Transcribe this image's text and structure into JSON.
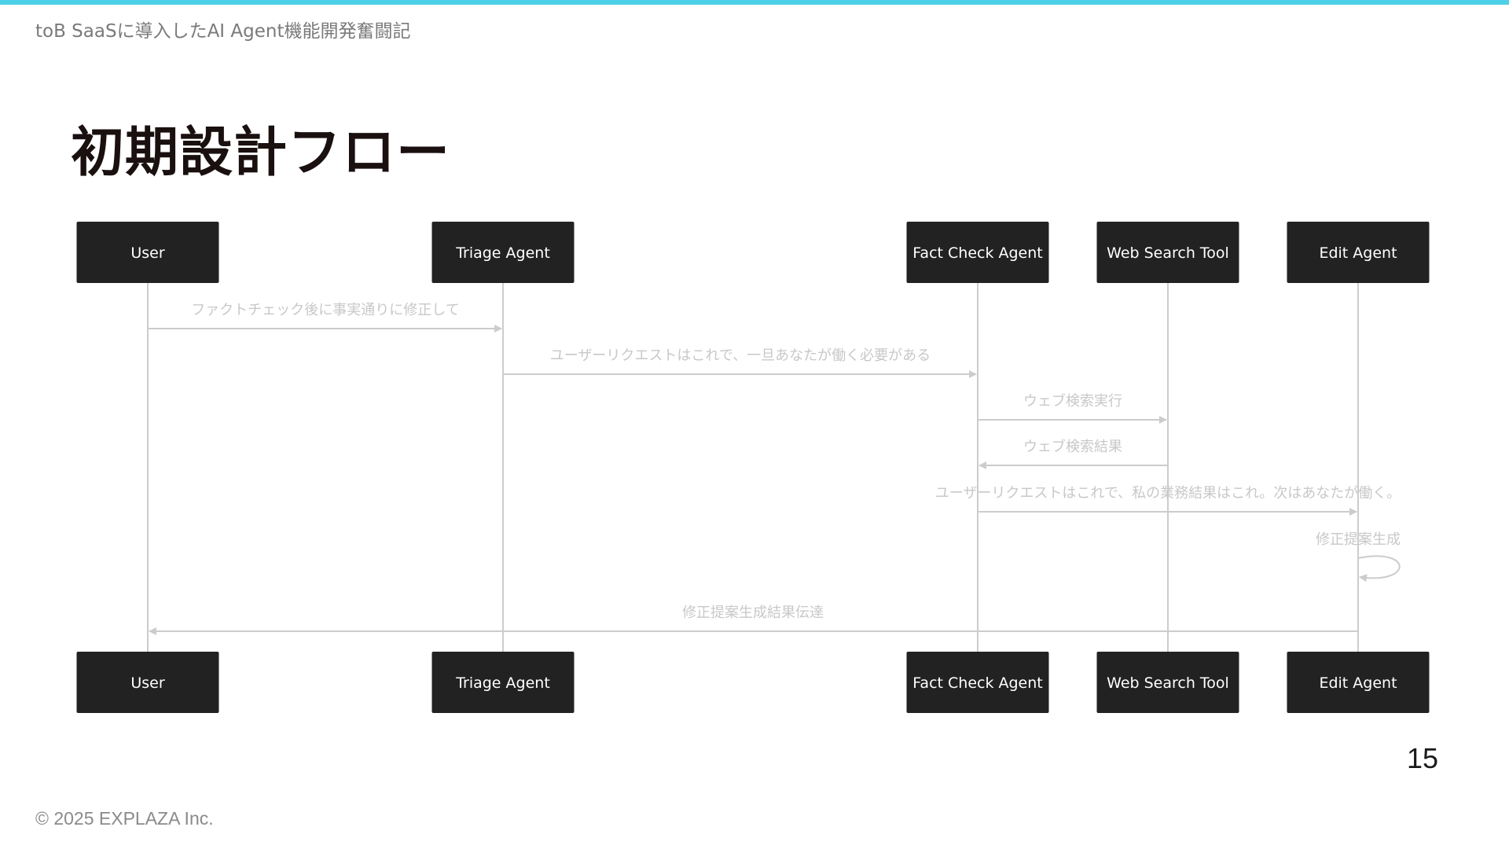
{
  "header": {
    "subtitle": "toB SaaSに導入したAI Agent機能開発奮闘記"
  },
  "slide": {
    "title": "初期設計フロー",
    "page_number": "15"
  },
  "footer": {
    "copyright": "© 2025 EXPLAZA Inc."
  },
  "diagram": {
    "type": "sequence",
    "participants": [
      {
        "id": "user",
        "label": "User"
      },
      {
        "id": "triage",
        "label": "Triage Agent"
      },
      {
        "id": "factcheck",
        "label": "Fact Check Agent"
      },
      {
        "id": "websearch",
        "label": "Web Search Tool"
      },
      {
        "id": "edit",
        "label": "Edit Agent"
      }
    ],
    "messages": [
      {
        "from": "user",
        "to": "triage",
        "label": "ファクトチェック後に事実通りに修正して"
      },
      {
        "from": "triage",
        "to": "factcheck",
        "label": "ユーザーリクエストはこれで、一旦あなたが働く必要がある"
      },
      {
        "from": "factcheck",
        "to": "websearch",
        "label": "ウェブ検索実行"
      },
      {
        "from": "websearch",
        "to": "factcheck",
        "label": "ウェブ検索結果"
      },
      {
        "from": "factcheck",
        "to": "edit",
        "label": "ユーザーリクエストはこれで、私の業務結果はこれ。次はあなたが働く。"
      },
      {
        "from": "edit",
        "to": "edit",
        "label": "修正提案生成"
      },
      {
        "from": "edit",
        "to": "user",
        "label": "修正提案生成結果伝達"
      }
    ],
    "colors": {
      "actor_fill": "#222222",
      "actor_text": "#ffffff",
      "lifeline": "#cccccc",
      "message_line": "#cccccc",
      "message_text": "#c8c8c8"
    }
  }
}
